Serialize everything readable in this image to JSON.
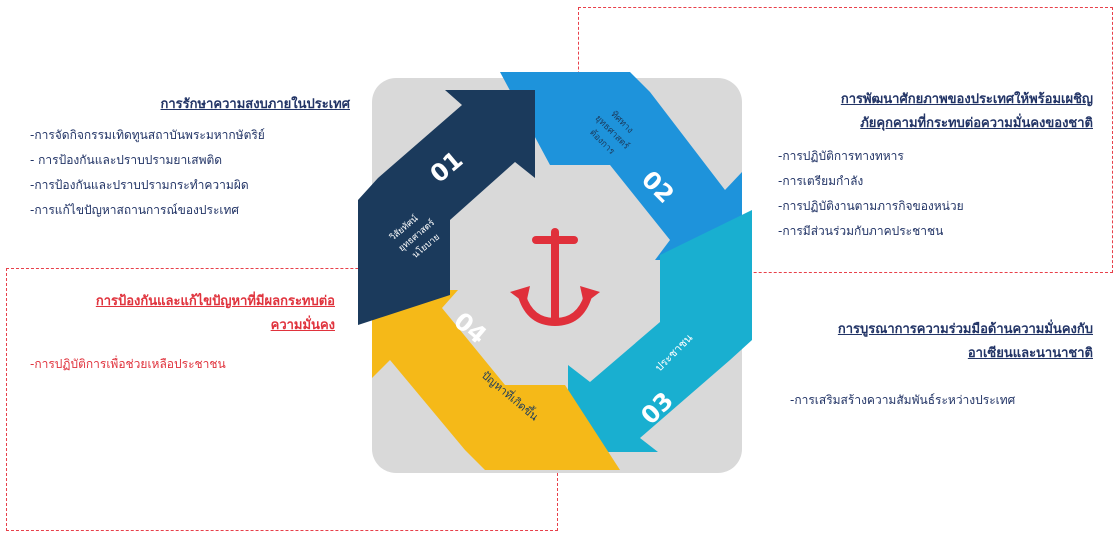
{
  "colors": {
    "navy": "#1b3a5c",
    "blue": "#1e93db",
    "cyan": "#19afd0",
    "yellow": "#f5b918",
    "anchor": "#e0303b",
    "dash": "#e8404a",
    "panel": "#d9d9d9"
  },
  "icons": {
    "center": "anchor-icon"
  },
  "diagram": {
    "arrows": [
      {
        "number": "01",
        "label_lines": [
          "วิสัยทัศน์",
          "ยุทธศาสตร์",
          "นโยบาย"
        ]
      },
      {
        "number": "02",
        "label_lines": [
          "ทิศทาง",
          "ยุทธศาสตร์",
          "ต้องการ"
        ]
      },
      {
        "number": "03",
        "label_lines": [
          "ประชาชน"
        ]
      },
      {
        "number": "04",
        "label_lines": [
          "ปัญหาที่เกิดขึ้น"
        ]
      }
    ]
  },
  "panels": {
    "top_left": {
      "title": "การรักษาความสงบภายในประเทศ",
      "items": [
        "-การจัดกิจกรรมเทิดทูนสถาบันพระมหากษัตริย์",
        "- การป้องกันและปราบปรามยาเสพติด",
        "-การป้องกันและปราบปรามกระทำความผิด",
        "-การแก้ไขปัญหาสถานการณ์ของประเทศ"
      ]
    },
    "top_right": {
      "title_line1": "การพัฒนาศักยภาพของประเทศให้พร้อมเผชิญ",
      "title_line2": "ภัยคุกคามที่กระทบต่อความมั่นคงของชาติ",
      "items": [
        "-การปฏิบัติการทางทหาร",
        "-การเตรียมกำลัง",
        "-การปฏิบัติงานตามภารกิจของหน่วย",
        "-การมีส่วนร่วมกับภาคประชาชน"
      ]
    },
    "bottom_left": {
      "title_line1": "การป้องกันและแก้ไขปัญหาที่มีผลกระทบต่อ",
      "title_line2": "ความมั่นคง",
      "items": [
        "-การปฏิบัติการเพื่อช่วยเหลือประชาชน"
      ]
    },
    "bottom_right": {
      "title_line1": "การบูรณาการความร่วมมือด้านความมั่นคงกับ",
      "title_line2": "อาเซียนและนานาชาติ",
      "items": [
        "-การเสริมสร้างความสัมพันธ์ระหว่างประเทศ"
      ]
    }
  }
}
